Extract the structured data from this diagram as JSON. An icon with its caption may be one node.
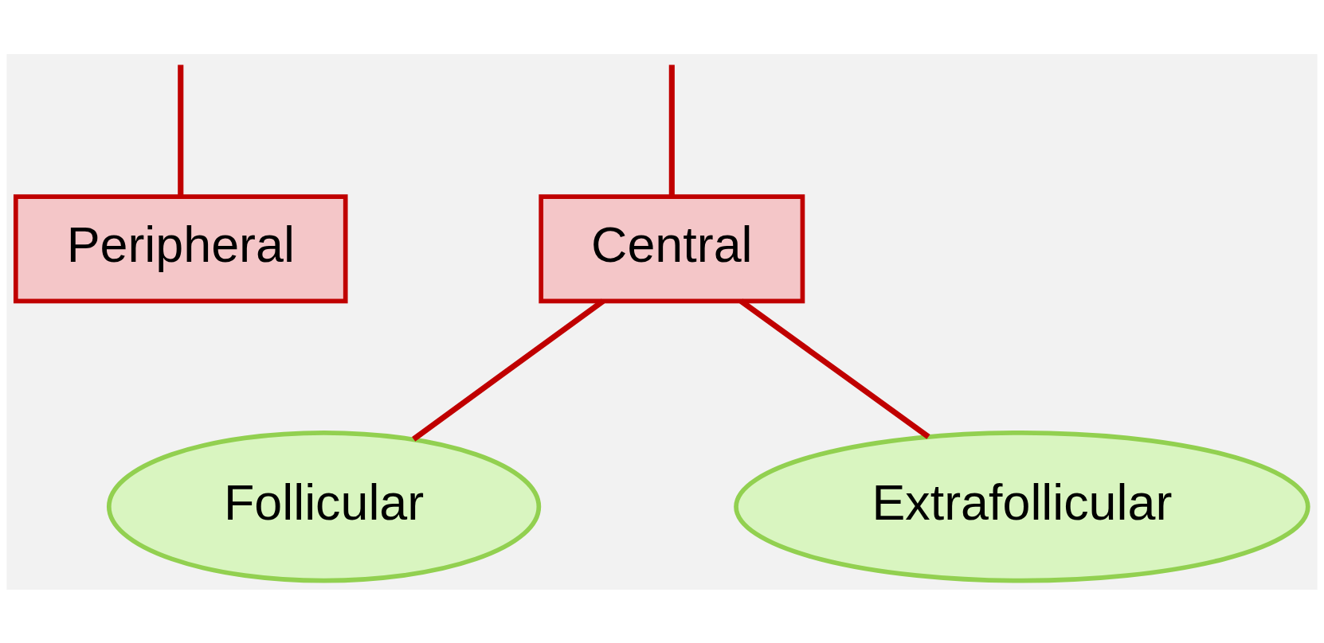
{
  "diagram": {
    "nodes": [
      {
        "text": [
          "Peripheral"
        ]
      },
      {
        "text": [
          "Central"
        ]
      },
      {
        "text": [
          "Follicular"
        ]
      },
      {
        "text": [
          "Extrafollicular"
        ]
      }
    ],
    "edges": [
      {
        "from": null,
        "to": 0,
        "arrow": "none"
      },
      {
        "from": null,
        "to": 1,
        "arrow": "none"
      },
      {
        "from": 1,
        "to": 2,
        "arrow": "none"
      },
      {
        "from": 1,
        "to": 3,
        "arrow": "none"
      }
    ]
  }
}
